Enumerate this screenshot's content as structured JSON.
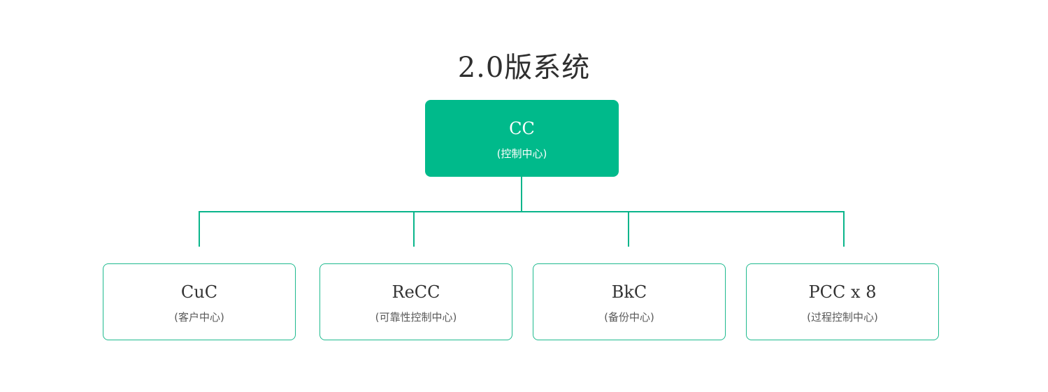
{
  "title": "2.0版系统",
  "colors": {
    "accent_green": "#00ba8b",
    "child_border_green": "#1eba8e",
    "connector_green": "#0ab58b",
    "root_text": "#ffffff",
    "child_label_text": "#333333",
    "child_sublabel_text": "#595959",
    "title_text": "#2f2f2f",
    "background": "#ffffff"
  },
  "tree": {
    "root": {
      "label": "CC",
      "sublabel": "(控制中心)"
    },
    "children": [
      {
        "label": "CuC",
        "sublabel": "(客户中心)"
      },
      {
        "label": "ReCC",
        "sublabel": "(可靠性控制中心)"
      },
      {
        "label": "BkC",
        "sublabel": "(备份中心)"
      },
      {
        "label": "PCC x 8",
        "sublabel": "(过程控制中心)"
      }
    ]
  }
}
